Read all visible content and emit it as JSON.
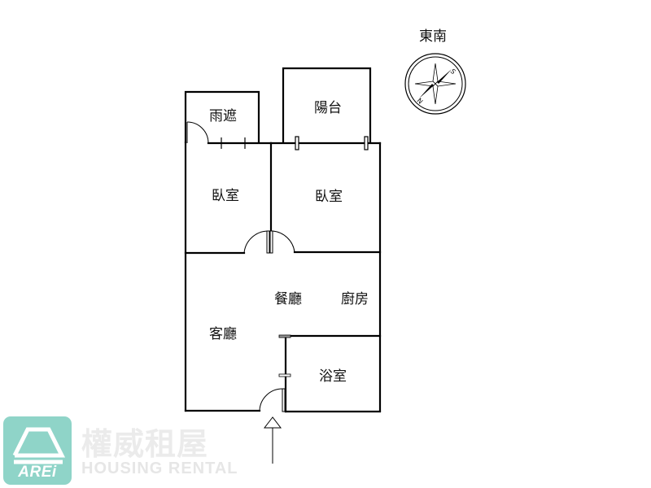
{
  "orientation": {
    "label": "東南",
    "compass_marks": {
      "north": "N",
      "south": "S"
    }
  },
  "rooms": [
    {
      "id": "canopy",
      "label": "雨遮"
    },
    {
      "id": "balcony",
      "label": "陽台"
    },
    {
      "id": "bedroom-left",
      "label": "臥室"
    },
    {
      "id": "bedroom-right",
      "label": "臥室"
    },
    {
      "id": "dining",
      "label": "餐廳"
    },
    {
      "id": "kitchen",
      "label": "廚房"
    },
    {
      "id": "living",
      "label": "客廳"
    },
    {
      "id": "bathroom",
      "label": "浴室"
    }
  ],
  "entrance": {
    "label": "entrance-arrow"
  },
  "brand": {
    "logo_text": "AREi",
    "name_cn": "權威租屋",
    "name_en": "HOUSING RENTAL",
    "color": "#8fd4c8"
  }
}
